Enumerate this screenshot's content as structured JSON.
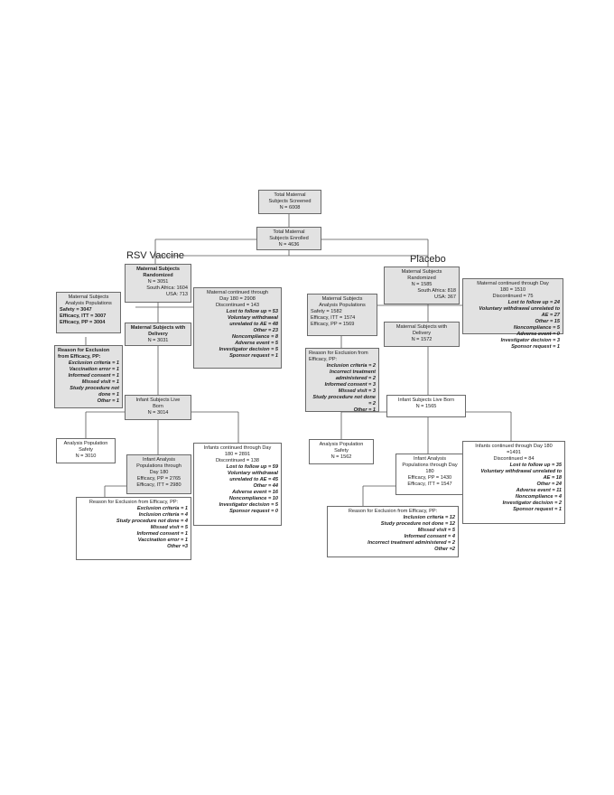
{
  "arms": {
    "vaccine": "RSV Vaccine",
    "placebo": "Placebo"
  },
  "screened": {
    "lines": [
      "Total Maternal",
      "Subjects Screened",
      "N = 6008"
    ]
  },
  "enrolled": {
    "lines": [
      "Total Maternal",
      "Subjects Enrolled",
      "N = 4636"
    ]
  },
  "vaccine": {
    "randomized": [
      "Maternal Subjects",
      "Randomized",
      "N = 3051",
      "South Africa: 1604",
      "USA: 713"
    ],
    "analysis": [
      "Maternal Subjects",
      "Analysis Populations",
      "Safety = 3047",
      "Efficacy, ITT = 3007",
      "Efficacy, PP = 3004"
    ],
    "continued_head": [
      "Maternal continued through",
      "Day 180 = 2908",
      "Discontinued = 143"
    ],
    "continued_items": [
      "Lost to follow up = 53",
      "Voluntary withdrawal",
      "unrelated to AE = 48",
      "Other = 23",
      "Noncompliance = 8",
      "Adverse event = 5",
      "Investigator decision = 5",
      "Sponsor request = 1"
    ],
    "delivery": [
      "Maternal Subjects with",
      "Delivery",
      "N = 3031"
    ],
    "excl_head": [
      "Reason for Exclusion",
      "from Efficacy, PP:"
    ],
    "excl_items": [
      "Exclusion criteria = 1",
      "Vaccination error = 1",
      "Informed consent = 1",
      "Missed visit = 1",
      "Study procedure not",
      "done = 1",
      "Other = 1"
    ],
    "live_born": [
      "Infant Subjects Live",
      "Born",
      "N = 3014"
    ],
    "infant_safety": [
      "Analysis Population",
      "Safety",
      "N = 3010"
    ],
    "infant_analysis": [
      "Infant Analysis",
      "Populations through",
      "Day 180",
      "Efficacy, PP = 2765",
      "Efficacy, ITT = 2980"
    ],
    "infant_cont_head": [
      "Infants continued through Day",
      "180 = 2891",
      "Discontinued = 138"
    ],
    "infant_cont_items": [
      "Lost to follow up = 59",
      "Voluntary withdrawal",
      "unrelated to AE = 45",
      "Other = 44",
      "Adverse event = 16",
      "Noncompliance = 10",
      "Investigator decision = 5",
      "Sponsor request = 0"
    ],
    "infant_excl_head": [
      "Reason for Exclusion from Efficacy, PP:"
    ],
    "infant_excl_items": [
      "Exclusion criteria = 1",
      "Inclusion criteria = 4",
      "Study procedure not done = 4",
      "Missed visit = 5",
      "Informed consent = 1",
      "Vaccination error = 1",
      "Other =3"
    ]
  },
  "placebo": {
    "randomized": [
      "Maternal Subjects",
      "Randomized",
      "N = 1585",
      "South Africa: 818",
      "USA: 367"
    ],
    "analysis": [
      "Maternal Subjects",
      "Analysis Populations",
      "Safety = 1582",
      "Efficacy, ITT = 1574",
      "Efficacy, PP = 1569"
    ],
    "continued_head": [
      "Maternal continued through Day",
      "180 = 1510",
      "Discontinued = 75"
    ],
    "continued_items": [
      "Lost to follow up = 24",
      "Voluntary withdrawal unrelated to",
      "AE = 27",
      "Other = 15",
      "Noncompliance = 5",
      "Adverse event = 0",
      "Investigator decision = 3",
      "Sponsor request = 1"
    ],
    "delivery": [
      "Maternal Subjects with",
      "Delivery",
      "N = 1572"
    ],
    "excl_head": [
      "Reason for Exclusion from",
      "Efficacy, PP:"
    ],
    "excl_items": [
      "Inclusion criteria = 2",
      "Incorrect treatment",
      "administered = 2",
      "Informed consent = 3",
      "Missed visit = 3",
      "Study procedure not done",
      "= 2",
      "Other = 1"
    ],
    "live_born": [
      "Infant Subjects Live Born",
      "N = 1565"
    ],
    "infant_safety": [
      "Analysis Population",
      "Safety",
      "N = 1562"
    ],
    "infant_analysis": [
      "Infant Analysis",
      "Populations through Day",
      "180",
      "Efficacy, PP = 1430",
      "Efficacy, ITT = 1547"
    ],
    "infant_cont_head": [
      "Infants continued through Day 180",
      "=1491",
      "Discontinued = 84"
    ],
    "infant_cont_items": [
      "Lost to follow up = 35",
      "Voluntary withdrawal unrelated to",
      "AE = 18",
      "Other = 24",
      "Adverse event = 11",
      "Noncompliance = 4",
      "Investigator decision = 2",
      "Sponsor request = 1"
    ],
    "infant_excl_head": [
      "Reason for Exclusion from Efficacy, PP:"
    ],
    "infant_excl_items": [
      "Inclusion criteria = 12",
      "Study procedure not done = 12",
      "Missed visit = 5",
      "Informed consent = 4",
      "Incorrect treatment administered = 2",
      "Other =2"
    ]
  }
}
